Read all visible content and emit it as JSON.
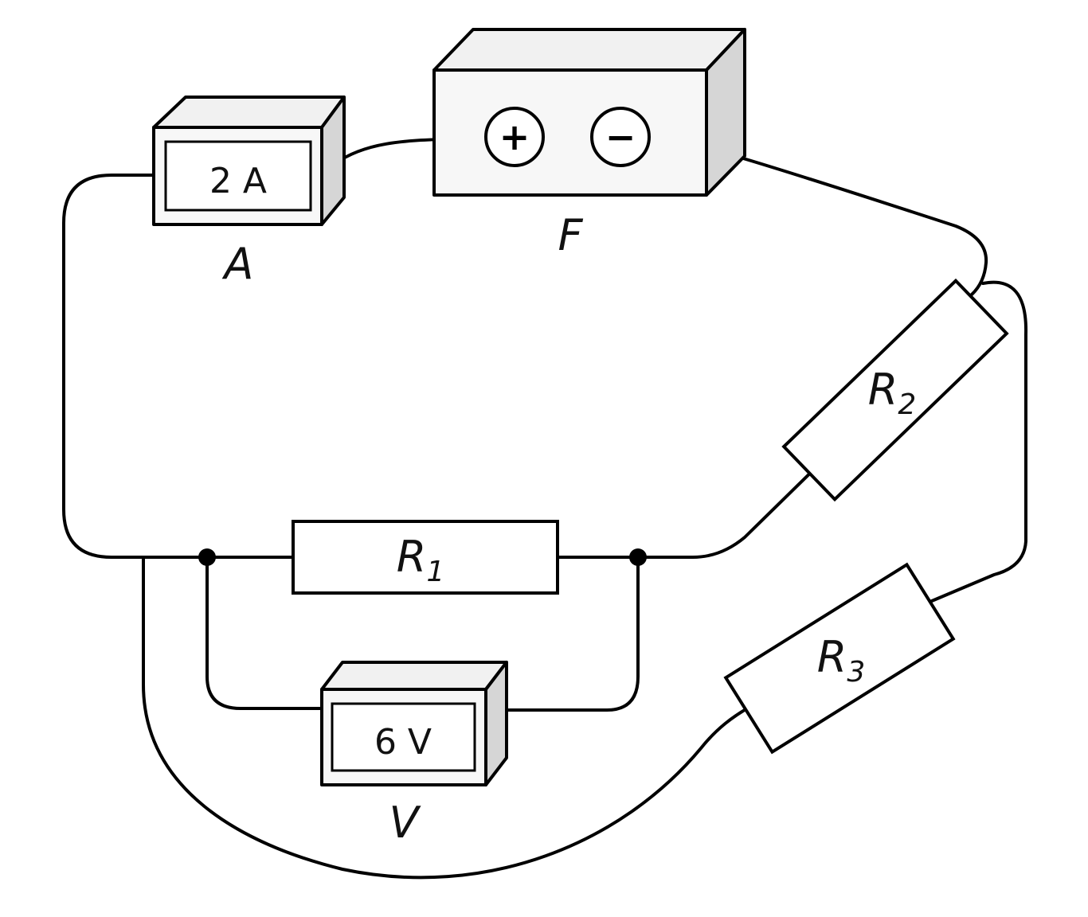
{
  "ammeter": {
    "reading": "2 A",
    "label": "A"
  },
  "voltmeter": {
    "reading": "6 V",
    "label": "V"
  },
  "source": {
    "label": "F",
    "plus": "+",
    "minus": "−"
  },
  "resistors": [
    {
      "base": "R",
      "sub": "1"
    },
    {
      "base": "R",
      "sub": "2"
    },
    {
      "base": "R",
      "sub": "3"
    }
  ]
}
